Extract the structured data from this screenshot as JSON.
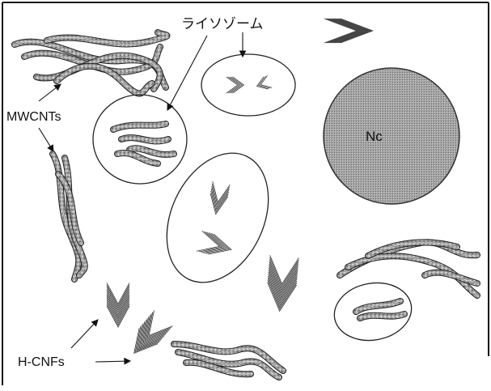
{
  "labels": {
    "lysosome": "ライソゾーム",
    "mwcnts": "MWCNTs",
    "nc": "Nc",
    "hcnfs": "H-CNFs"
  },
  "colors": {
    "stroke": "#222222",
    "tube_fill": "#8e8e8e",
    "tube_highlight": "#d9d9d9",
    "nucleus_fill": "#a9a9a9",
    "background": "#ffffff"
  }
}
